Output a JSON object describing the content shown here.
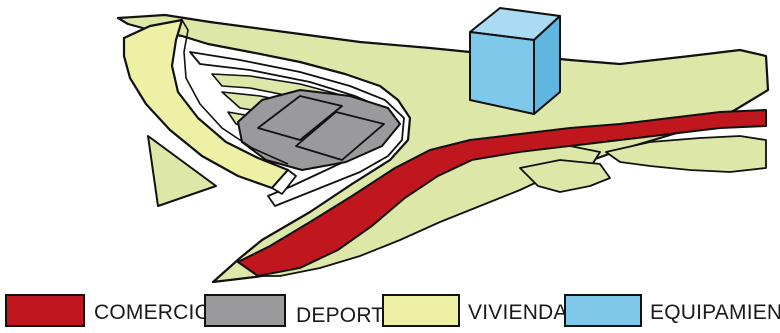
{
  "colors": {
    "comercio": "#c0161d",
    "deporte": "#9a9a9c",
    "vivienda": "#eef0a6",
    "equipamiento": "#7ec8ea",
    "landscape": "#dde8a8",
    "outline": "#111111",
    "white_band": "#ffffff"
  },
  "legend": [
    {
      "key": "comercio",
      "label": "COMERCIO",
      "color": "#c0161d"
    },
    {
      "key": "deporte",
      "label": "DEPORTE",
      "color": "#9a9a9c"
    },
    {
      "key": "vivienda",
      "label": "VIVIENDA",
      "color": "#eef0a6"
    },
    {
      "key": "equipamiento",
      "label": "EQUIPAMIENTO",
      "color": "#7ec8ea"
    }
  ]
}
